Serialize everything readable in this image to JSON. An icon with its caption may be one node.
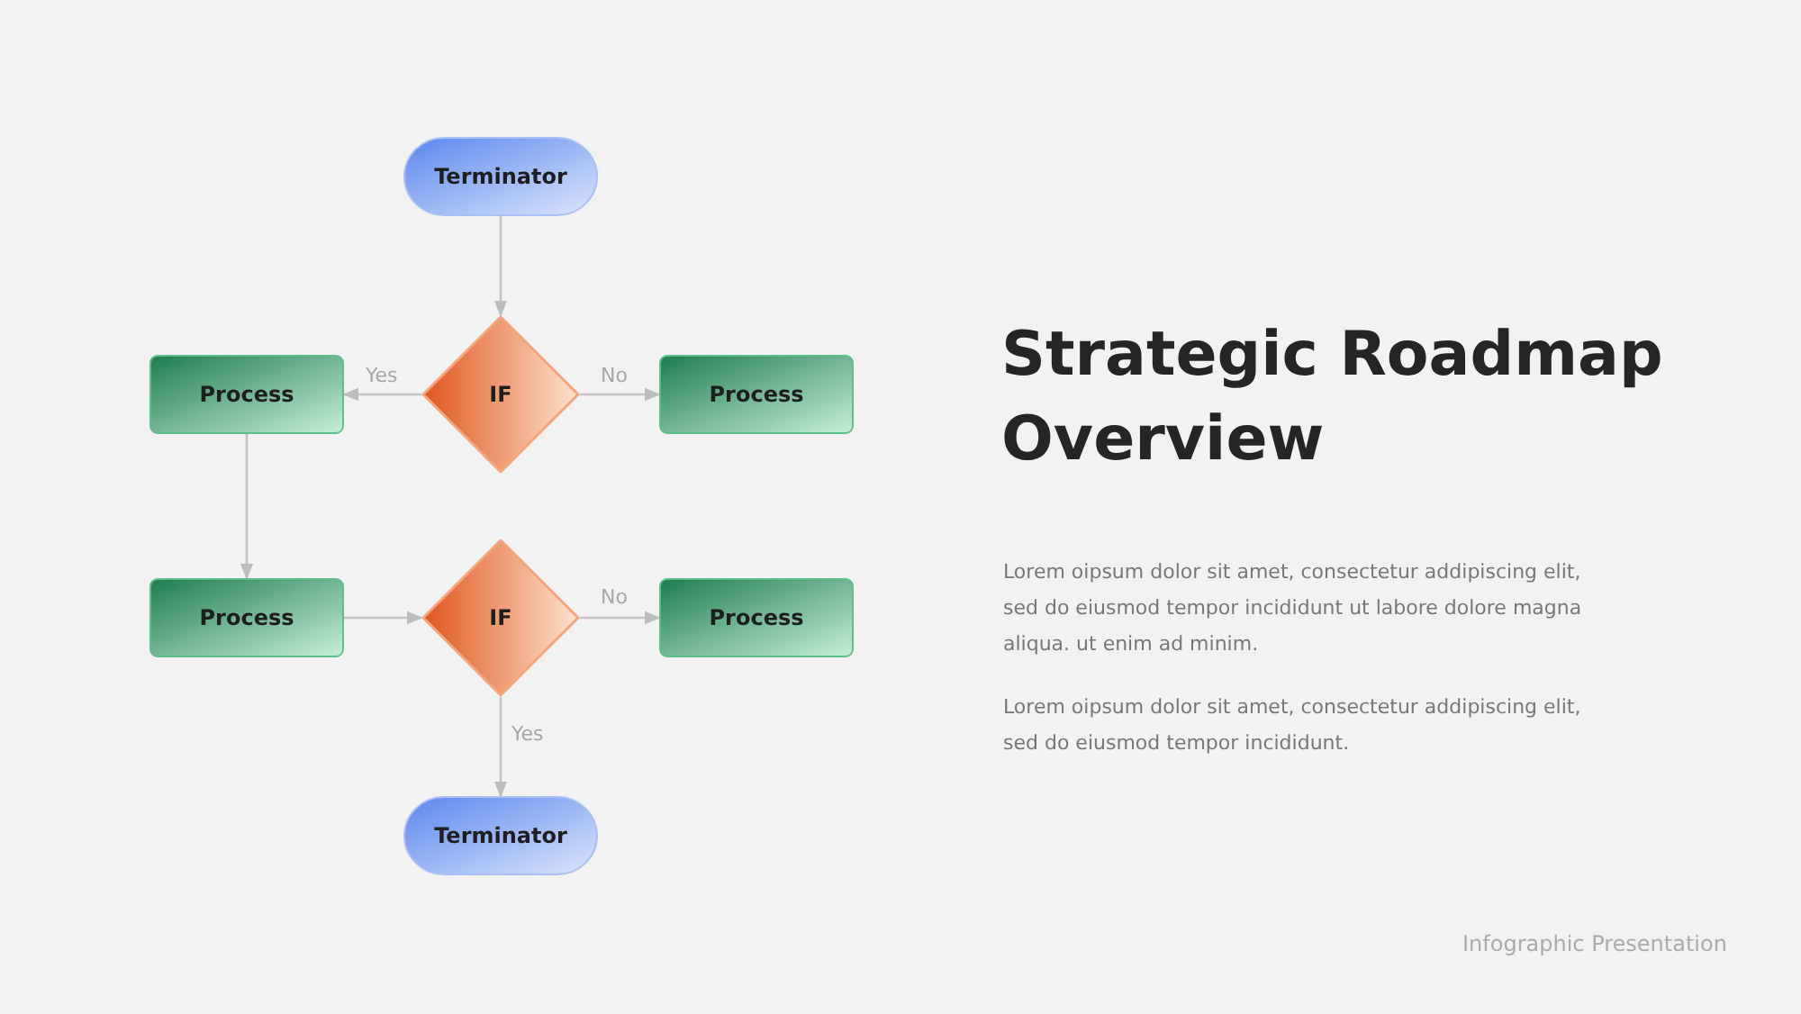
{
  "diagram": {
    "title": "Strategic Roadmap Overview",
    "nodes": [
      {
        "text": [
          "Terminator"
        ]
      },
      {
        "text": [
          "IF"
        ]
      },
      {
        "text": [
          "Process"
        ]
      },
      {
        "text": [
          "Process"
        ]
      },
      {
        "text": [
          "Process"
        ]
      },
      {
        "text": [
          "IF"
        ]
      },
      {
        "text": [
          "Process"
        ]
      },
      {
        "text": [
          "Terminator"
        ]
      }
    ],
    "edges": [
      {
        "from": 0,
        "to": 1,
        "arrow": "to"
      },
      {
        "from": 1,
        "to": 2,
        "arrow": "to",
        "label": "Yes"
      },
      {
        "from": 1,
        "to": 3,
        "arrow": "to",
        "label": "No"
      },
      {
        "from": 2,
        "to": 4,
        "arrow": "to"
      },
      {
        "from": 4,
        "to": 5,
        "arrow": "to"
      },
      {
        "from": 5,
        "to": 6,
        "arrow": "to",
        "label": "No"
      },
      {
        "from": 5,
        "to": 7,
        "arrow": "to",
        "label": "Yes"
      }
    ],
    "labels": [
      "Lorem oipsum dolor sit amet, consectetur addipiscing elit, sed do eiusmod tempor incididunt ut labore dolore magna aliqua. ut enim ad minim.",
      "Lorem oipsum dolor sit amet, consectetur addipiscing elit, sed do eiusmod tempor incididunt.",
      "Infographic Presentation"
    ]
  }
}
